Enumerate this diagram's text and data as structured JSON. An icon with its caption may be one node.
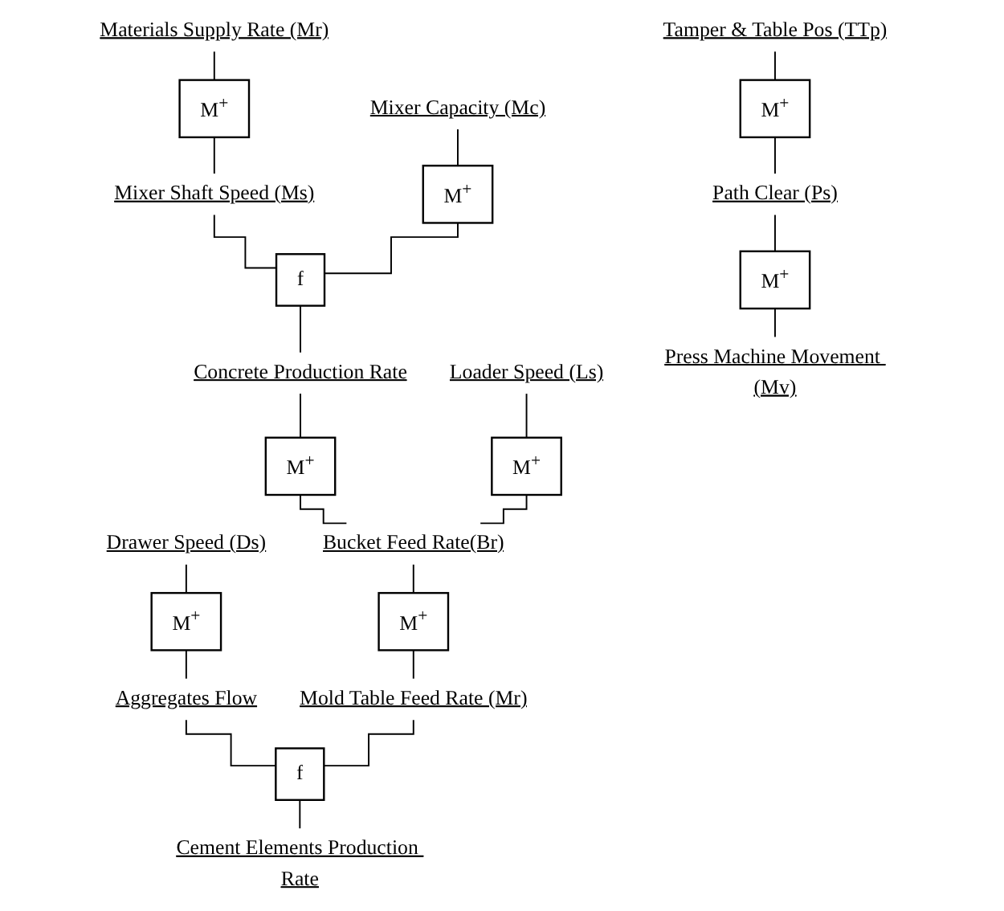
{
  "diagram": {
    "nodes": [
      {
        "text": [
          "Materials Supply Rate (Mr)"
        ]
      },
      {
        "text": [
          "M$^{+}$"
        ]
      },
      {
        "text": [
          "Mixer Shaft Speed (Ms)"
        ]
      },
      {
        "text": [
          "Mixer Capacity (Mc)"
        ]
      },
      {
        "text": [
          "M$^{+}$"
        ]
      },
      {
        "text": [
          "f"
        ]
      },
      {
        "text": [
          "Concrete Production Rate"
        ]
      },
      {
        "text": [
          "M$^{+}$"
        ]
      },
      {
        "text": [
          "Loader Speed (Ls)"
        ]
      },
      {
        "text": [
          "M$^{+}$"
        ]
      },
      {
        "text": [
          "Drawer Speed (Ds)"
        ]
      },
      {
        "text": [
          "Bucket Feed Rate(Br)"
        ]
      },
      {
        "text": [
          "Tamper & Table Pos (TTp)"
        ]
      },
      {
        "text": [
          "M$^{+}$"
        ]
      },
      {
        "text": [
          "M$^{+}$"
        ]
      },
      {
        "text": [
          "M$^{+}$"
        ]
      },
      {
        "text": [
          "Aggregates Flow"
        ]
      },
      {
        "text": [
          "Mold Table Feed Rate (Mr)"
        ]
      },
      {
        "text": [
          "Path Clear (Ps)"
        ]
      },
      {
        "text": [
          "f"
        ]
      },
      {
        "text": [
          "M$^{+}$"
        ]
      },
      {
        "text": [
          "Cement Elements Production Rate"
        ]
      },
      {
        "text": [
          "Press Machine Movement (Mv)"
        ]
      }
    ],
    "edges": [
      {
        "from": 0,
        "to": 1,
        "arrow": "none"
      },
      {
        "from": 1,
        "to": 2,
        "arrow": "none"
      },
      {
        "from": 3,
        "to": 4,
        "arrow": "none"
      },
      {
        "from": 2,
        "to": 5,
        "arrow": "none"
      },
      {
        "from": 4,
        "to": 5,
        "arrow": "none"
      },
      {
        "from": 5,
        "to": 6,
        "arrow": "none"
      },
      {
        "from": 6,
        "to": 7,
        "arrow": "none"
      },
      {
        "from": 8,
        "to": 9,
        "arrow": "none"
      },
      {
        "from": 7,
        "to": 11,
        "arrow": "none"
      },
      {
        "from": 9,
        "to": 11,
        "arrow": "none"
      },
      {
        "from": 10,
        "to": 13,
        "arrow": "none"
      },
      {
        "from": 11,
        "to": 14,
        "arrow": "none"
      },
      {
        "from": 12,
        "to": 15,
        "arrow": "none"
      },
      {
        "from": 13,
        "to": 16,
        "arrow": "none"
      },
      {
        "from": 14,
        "to": 17,
        "arrow": "none"
      },
      {
        "from": 15,
        "to": 18,
        "arrow": "none"
      },
      {
        "from": 16,
        "to": 19,
        "arrow": "none"
      },
      {
        "from": 17,
        "to": 19,
        "arrow": "none"
      },
      {
        "from": 18,
        "to": 20,
        "arrow": "none"
      },
      {
        "from": 19,
        "to": 21,
        "arrow": "none"
      },
      {
        "from": 20,
        "to": 22,
        "arrow": "none"
      }
    ]
  }
}
